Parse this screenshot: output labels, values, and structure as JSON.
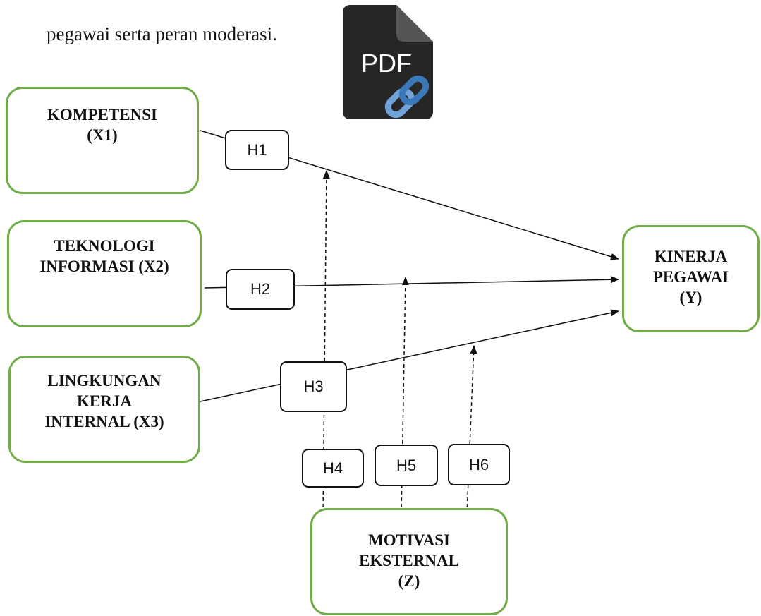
{
  "intro_text": "pegawai serta peran moderasi.",
  "pdf_icon": {
    "label": "PDF",
    "icon": "pdf-link-icon"
  },
  "nodes": {
    "x1": {
      "lines": [
        "KOMPETENSI",
        "(X1)"
      ]
    },
    "x2": {
      "lines": [
        "TEKNOLOGI",
        "INFORMASI (X2)"
      ]
    },
    "x3": {
      "lines": [
        "LINGKUNGAN",
        "KERJA",
        "INTERNAL (X3)"
      ]
    },
    "y": {
      "lines": [
        "KINERJA",
        "PEGAWAI",
        "(Y)"
      ]
    },
    "z": {
      "lines": [
        "MOTIVASI",
        "EKSTERNAL",
        "(Z)"
      ]
    }
  },
  "hypotheses": {
    "h1": "H1",
    "h2": "H2",
    "h3": "H3",
    "h4": "H4",
    "h5": "H5",
    "h6": "H6"
  },
  "colors": {
    "node_border": "#70ad47",
    "line": "#111111"
  }
}
